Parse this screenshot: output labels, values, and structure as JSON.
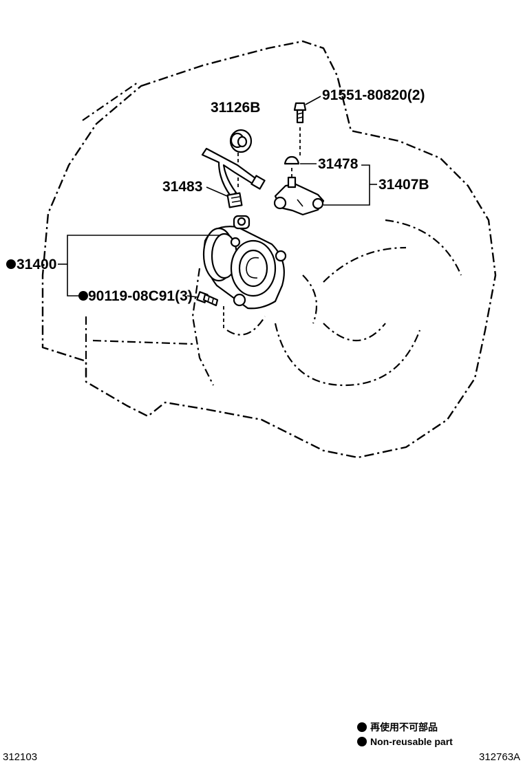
{
  "labels": {
    "p31126b": "31126B",
    "p91551": "91551-80820(2)",
    "p31478": "31478",
    "p31407b": "31407B",
    "p31483": "31483",
    "p31400": "31400",
    "p90119": "90119-08C91(3)"
  },
  "legend": {
    "jp": "再使用不可部品",
    "en": "Non-reusable part"
  },
  "codes": {
    "left": "312103",
    "right": "312763A"
  }
}
